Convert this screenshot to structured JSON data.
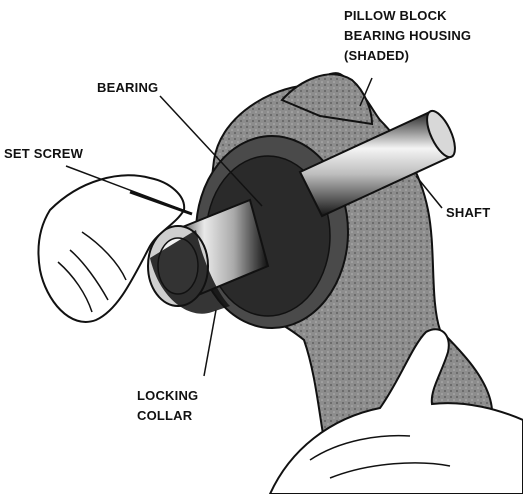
{
  "labels": {
    "pillow_block": [
      "PILLOW BLOCK",
      "BEARING HOUSING",
      "(SHADED)"
    ],
    "bearing": "BEARING",
    "set_screw": "SET SCREW",
    "shaft": "SHAFT",
    "locking_collar": [
      "LOCKING",
      "COLLAR"
    ]
  },
  "colors": {
    "ink": "#111111",
    "housing_shade": "#8a8a8a",
    "dark": "#1c1c1c",
    "skin": "#ffffff"
  }
}
